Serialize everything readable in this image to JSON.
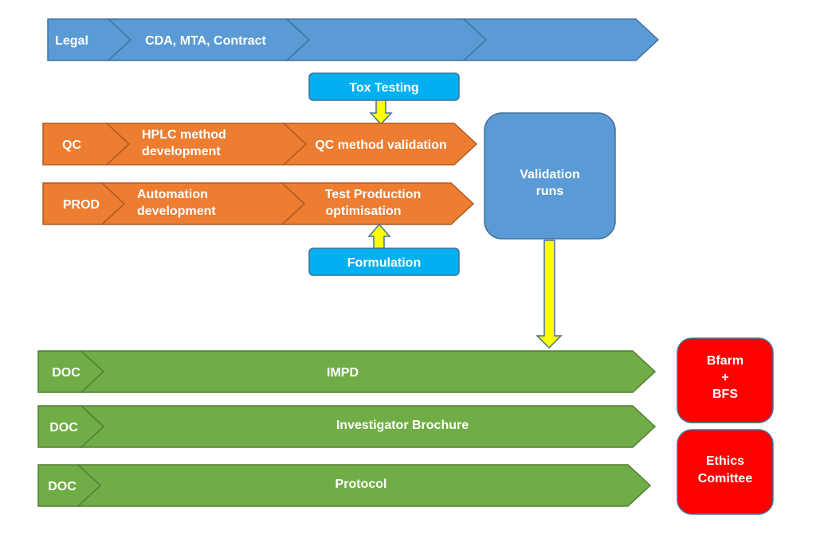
{
  "legal": {
    "label": "Legal",
    "steps": [
      "CDA, MTA, Contract",
      "",
      ""
    ]
  },
  "qc": {
    "label": "QC",
    "steps": [
      [
        "HPLC method",
        "development"
      ],
      [
        "QC method validation"
      ]
    ]
  },
  "prod": {
    "label": "PROD",
    "steps": [
      [
        "Automation",
        "development"
      ],
      [
        "Test Production",
        "optimisation"
      ]
    ]
  },
  "tox_testing": "Tox Testing",
  "formulation": "Formulation",
  "validation_runs": [
    "Validation",
    "runs"
  ],
  "doc_rows": [
    {
      "label": "DOC",
      "title": "IMPD"
    },
    {
      "label": "DOC",
      "title": "Investigator Brochure"
    },
    {
      "label": "DOC",
      "title": "Protocol"
    }
  ],
  "authorities": [
    {
      "lines": [
        "Bfarm",
        "+",
        "BFS"
      ]
    },
    {
      "lines": [
        "Ethics",
        "Comittee"
      ]
    }
  ],
  "colors": {
    "blue": "#5b9bd5",
    "orange": "#ed7d31",
    "green": "#70ad47",
    "cyan": "#00b0f0",
    "red": "#ff0000",
    "arrow": "#ffff00"
  }
}
